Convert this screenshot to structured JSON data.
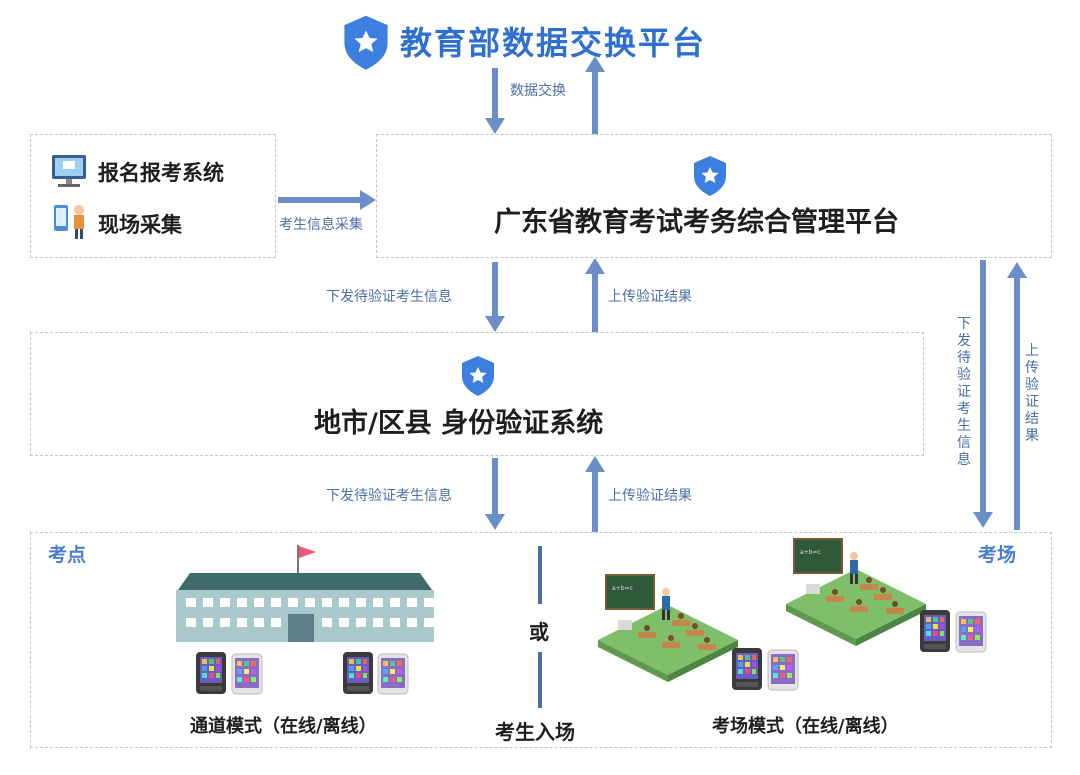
{
  "header": {
    "title": "教育部数据交换平台"
  },
  "labels": {
    "exchange": "数据交换",
    "collect": "考生信息采集",
    "down1": "下发待验证考生信息",
    "up1": "上传验证结果",
    "down2": "下发待验证考生信息",
    "up2": "上传验证结果",
    "down_side": "下发待验证考生信息",
    "up_side": "上传验证结果"
  },
  "source_box": {
    "item1": "报名报考系统",
    "item2": "现场采集"
  },
  "platform": {
    "title": "广东省教育考试考务综合管理平台"
  },
  "local": {
    "title": "地市/区县 身份验证系统"
  },
  "bottom": {
    "left_corner": "考点",
    "right_corner": "考场",
    "or": "或",
    "entrance": "考生入场",
    "channel_mode": "通道模式（在线/离线）",
    "room_mode": "考场模式（在线/离线）"
  },
  "colors": {
    "accent": "#2f6fd0",
    "arrow": "#6a8fc8",
    "label": "#4a6fa5",
    "shield": "#3c7fe0"
  },
  "icons": [
    "shield-icon",
    "computer-icon",
    "person-id-icon",
    "school-building-icon",
    "classroom-icon",
    "tablet-device-icon"
  ]
}
